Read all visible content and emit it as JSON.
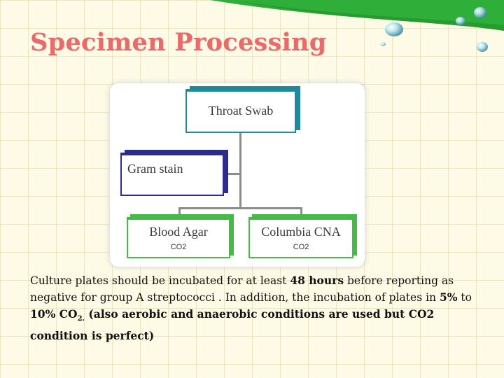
{
  "title": "Specimen Processing",
  "diagram": {
    "root": "Throat Swab",
    "side": "Gram stain",
    "leaves": [
      {
        "label": "Blood Agar",
        "sub": "CO2"
      },
      {
        "label": "Columbia CNA",
        "sub": "CO2"
      }
    ]
  },
  "paragraph": {
    "p1": "Culture plates should be incubated for at least ",
    "p2": "48 hours",
    "p3": " before reporting as negative for group A streptococci . In addition, the incubation of plates in ",
    "p4": "5%",
    "p5": " to ",
    "p6": "10%",
    "p7": " CO",
    "sub": "2.",
    "p8": " (also aerobic and anaerobic conditions are used but CO2 condition is perfect)"
  },
  "colors": {
    "title": "#e86a6a",
    "accent_green": "#36b93a",
    "root_border": "#1e8a9a",
    "side_border": "#2c2c8c",
    "leaf_border": "#44bb44"
  }
}
